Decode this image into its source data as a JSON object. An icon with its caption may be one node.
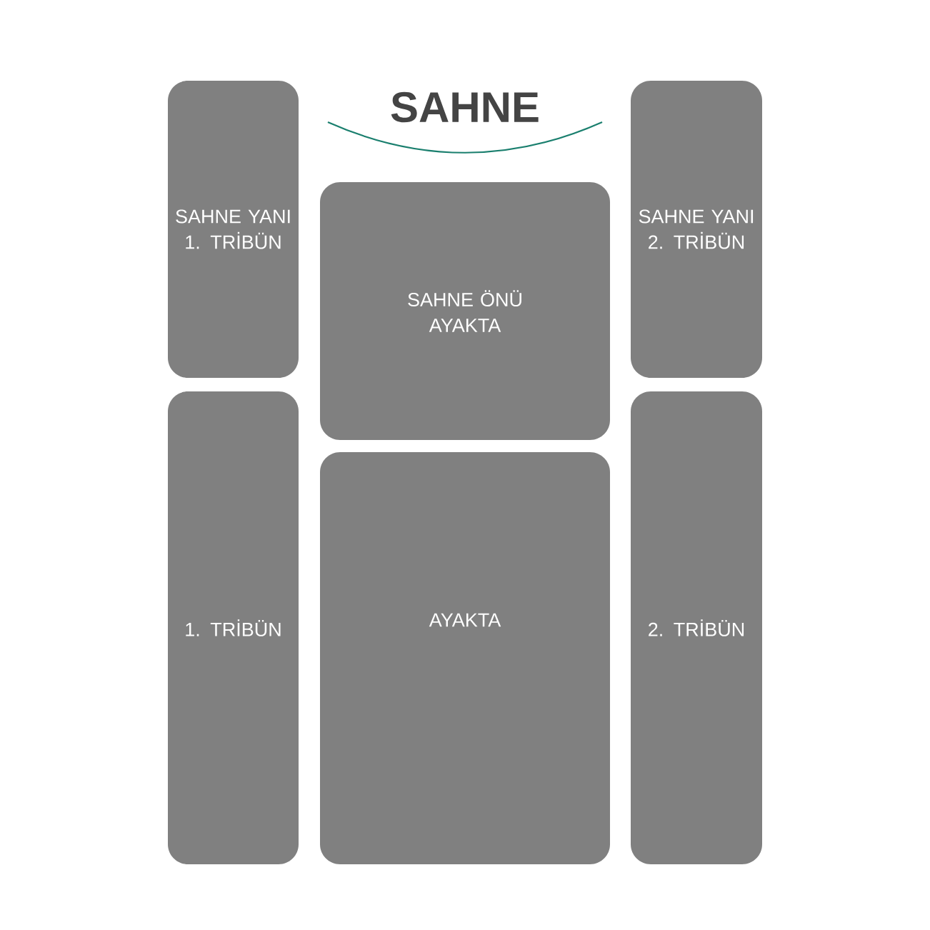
{
  "diagram": {
    "nodes": [
      {
        "text": [
          "SAHNE YANI 1. TRİBÜN"
        ]
      },
      {
        "text": [
          "SAHNE ÖNÜ AYAKTA"
        ]
      },
      {
        "text": [
          "SAHNE YANI 2. TRİBÜN"
        ]
      },
      {
        "text": [
          "1. TRİBÜN"
        ]
      },
      {
        "text": [
          "AYAKTA"
        ]
      },
      {
        "text": [
          "2. TRİBÜN"
        ]
      }
    ],
    "labels": [
      "SAHNE"
    ]
  }
}
